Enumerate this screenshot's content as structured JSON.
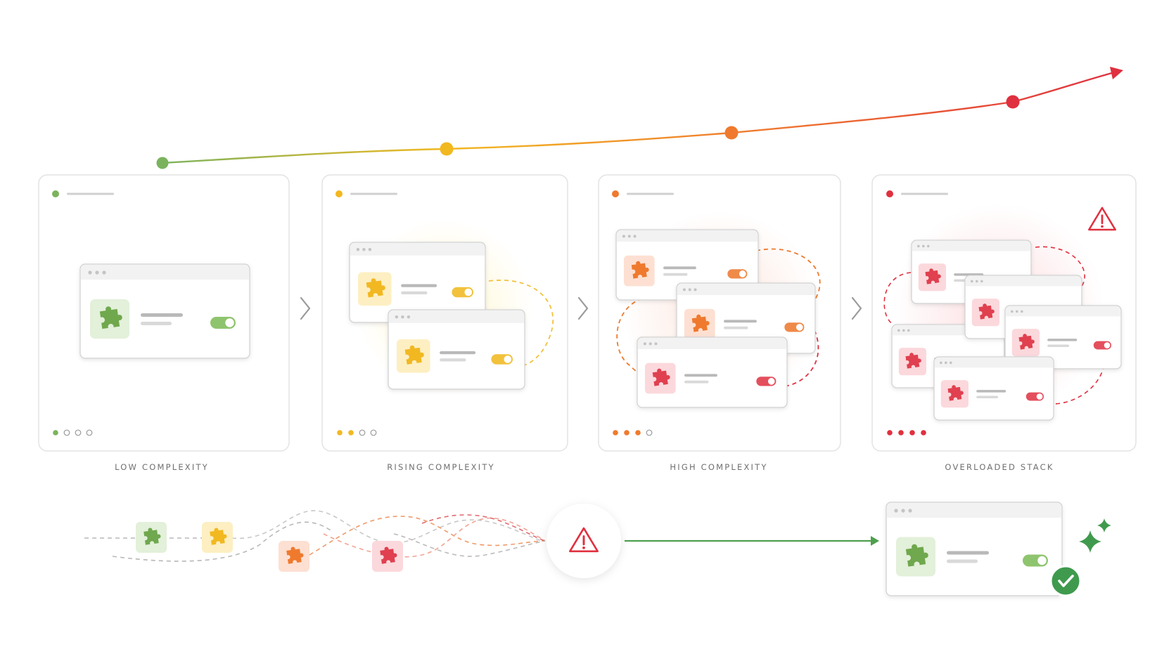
{
  "colors": {
    "green": "#7bb35c",
    "yellow": "#f2b820",
    "orange": "#ef7a2e",
    "red": "#e0303f",
    "flow_green": "#4e9f4e"
  },
  "stages": [
    {
      "label": "LOW COMPLEXITY",
      "color": "green",
      "dots_filled": 1,
      "extensions": 1
    },
    {
      "label": "RISING COMPLEXITY",
      "color": "yellow",
      "dots_filled": 2,
      "extensions": 2
    },
    {
      "label": "HIGH COMPLEXITY",
      "color": "orange",
      "dots_filled": 3,
      "extensions": 3
    },
    {
      "label": "OVERLOADED STACK",
      "color": "red",
      "dots_filled": 4,
      "extensions": 5
    }
  ],
  "icons": {
    "extension": "puzzle-piece-icon",
    "warning": "warning-triangle-icon",
    "resolved": "checkmark-circle-icon",
    "sparkle": "sparkle-icon",
    "toggle": "toggle-switch-icon",
    "advance": "chevron-right-icon"
  }
}
